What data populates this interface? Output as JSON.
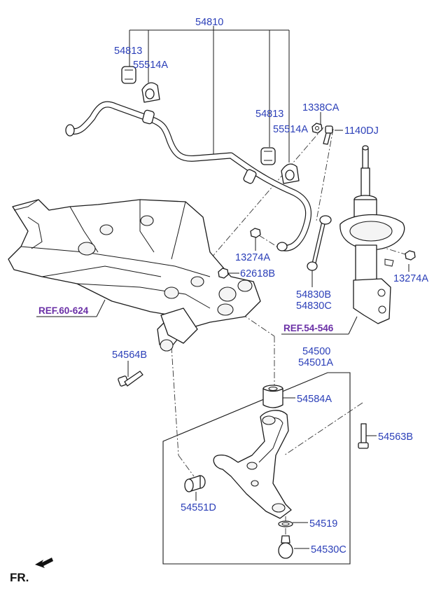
{
  "labels": {
    "p54810": "54810",
    "p54813_a": "54813",
    "p55514a_a": "55514A",
    "p54813_b": "54813",
    "p55514a_b": "55514A",
    "p1338ca": "1338CA",
    "p1140dj": "1140DJ",
    "p13274a_a": "13274A",
    "p13274a_b": "13274A",
    "p62618b": "62618B",
    "p54830b": "54830B",
    "p54830c": "54830C",
    "p54564b": "54564B",
    "p54500": "54500",
    "p54501a": "54501A",
    "p54584a": "54584A",
    "p54563b": "54563B",
    "p54551d": "54551D",
    "p54519": "54519",
    "p54530c": "54530C"
  },
  "refs": {
    "ref_60_624": "REF.60-624",
    "ref_54_546": "REF.54-546"
  },
  "direction": {
    "fr_label": "FR."
  },
  "colors": {
    "part_number": "#2b3fb8",
    "reference": "#6a2fa6",
    "lines": "#1a1a1a"
  }
}
